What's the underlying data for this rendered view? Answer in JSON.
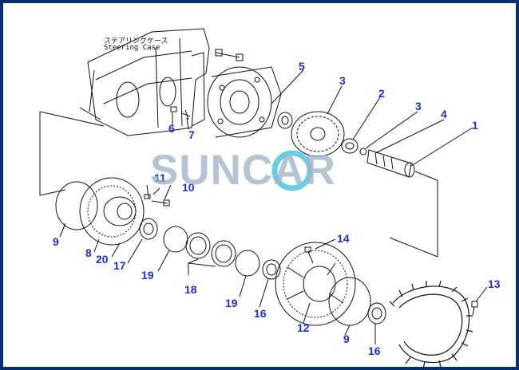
{
  "diagram": {
    "case_label_jp": "ステアリングケース",
    "case_label_en": "Steering Case",
    "watermark": "SUNCAR",
    "callouts": [
      {
        "id": "c5",
        "text": "5"
      },
      {
        "id": "c3a",
        "text": "3"
      },
      {
        "id": "c2",
        "text": "2"
      },
      {
        "id": "c3b",
        "text": "3"
      },
      {
        "id": "c4",
        "text": "4"
      },
      {
        "id": "c1",
        "text": "1"
      },
      {
        "id": "c6",
        "text": "6"
      },
      {
        "id": "c7",
        "text": "7"
      },
      {
        "id": "c11",
        "text": "11"
      },
      {
        "id": "c10",
        "text": "10"
      },
      {
        "id": "c9a",
        "text": "9"
      },
      {
        "id": "c8",
        "text": "8"
      },
      {
        "id": "c20",
        "text": "20"
      },
      {
        "id": "c17",
        "text": "17"
      },
      {
        "id": "c19a",
        "text": "19"
      },
      {
        "id": "c18",
        "text": "18"
      },
      {
        "id": "c19b",
        "text": "19"
      },
      {
        "id": "c16a",
        "text": "16"
      },
      {
        "id": "c14",
        "text": "14"
      },
      {
        "id": "c12",
        "text": "12"
      },
      {
        "id": "c9b",
        "text": "9"
      },
      {
        "id": "c16b",
        "text": "16"
      },
      {
        "id": "c13",
        "text": "13"
      }
    ],
    "colors": {
      "frame": "#0a2f6e",
      "callout": "#1f2fd6",
      "line": "#111111",
      "watermark": "#9fb4c6",
      "watermark_accent": "#29b6d6"
    }
  }
}
